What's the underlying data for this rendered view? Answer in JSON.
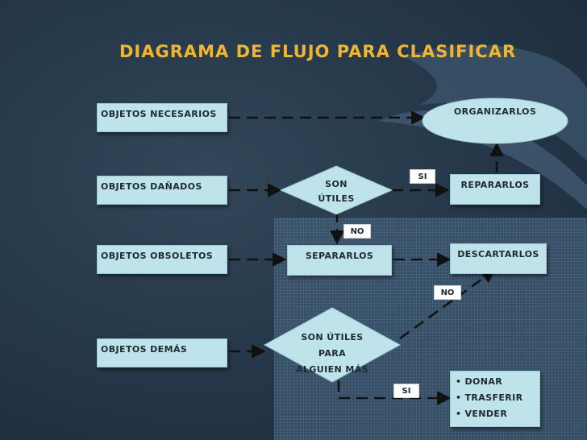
{
  "title": "DIAGRAMA DE FLUJO PARA CLASIFICAR",
  "colors": {
    "title": "#f2b431",
    "shape_fill": "#bfe3ea",
    "connector": "#111111"
  },
  "left_items": {
    "necesarios": "OBJETOS NECESARIOS",
    "danados": "OBJETOS DAÑADOS",
    "obsoletos": "OBJETOS OBSOLETOS",
    "demas": "OBJETOS DEMÁS"
  },
  "decision_utiles": {
    "line1": "SON",
    "line2": "ÚTILES"
  },
  "decision_alguien": {
    "line1": "SON ÚTILES",
    "line2": "PARA",
    "line3": "ALGUIEN MÁS"
  },
  "organizarlos": "ORGANIZARLOS",
  "repararlos": "REPARARLOS",
  "separarlos": "SEPARARLOS",
  "descartarlos": "DESCARTARLOS",
  "options": [
    "DONAR",
    "TRASFERIR",
    "VENDER"
  ],
  "labels": {
    "si_top": "SI",
    "no_mid": "NO",
    "no_right": "NO",
    "si_bottom": "SI"
  }
}
